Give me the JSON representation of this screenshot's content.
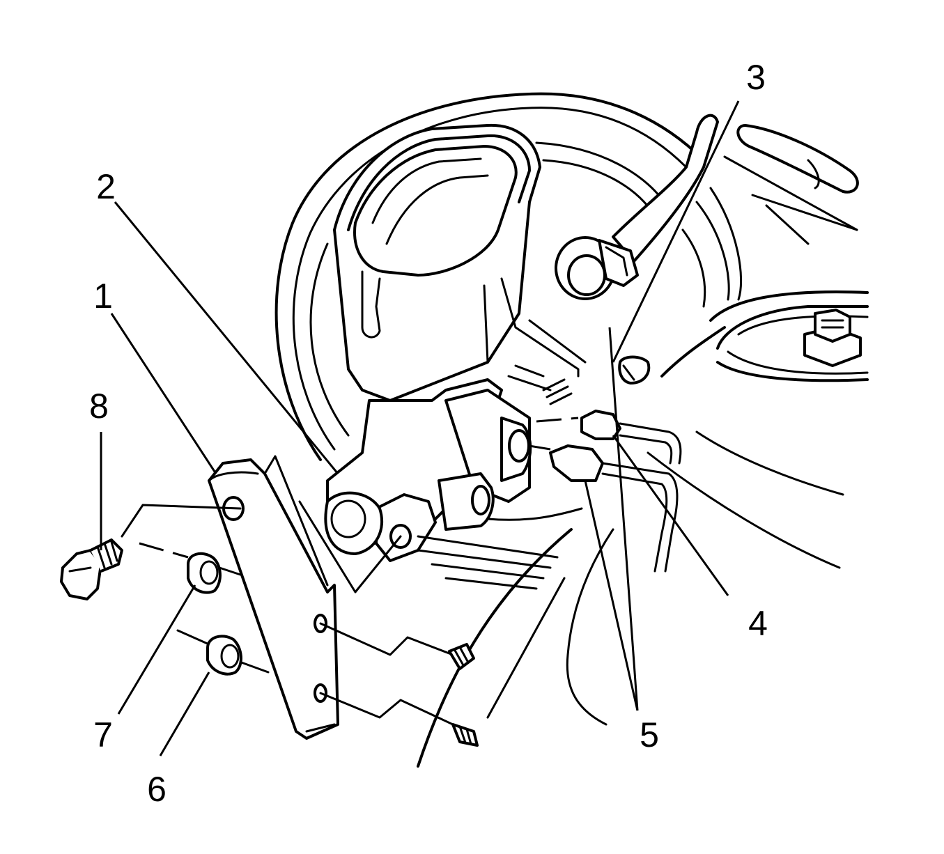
{
  "callouts": [
    {
      "id": "1",
      "label": "1"
    },
    {
      "id": "2",
      "label": "2"
    },
    {
      "id": "3",
      "label": "3"
    },
    {
      "id": "4",
      "label": "4"
    },
    {
      "id": "5a",
      "label": "5"
    },
    {
      "id": "5b",
      "label": "5"
    },
    {
      "id": "6",
      "label": "6"
    },
    {
      "id": "7",
      "label": "7"
    },
    {
      "id": "8",
      "label": "8"
    }
  ]
}
